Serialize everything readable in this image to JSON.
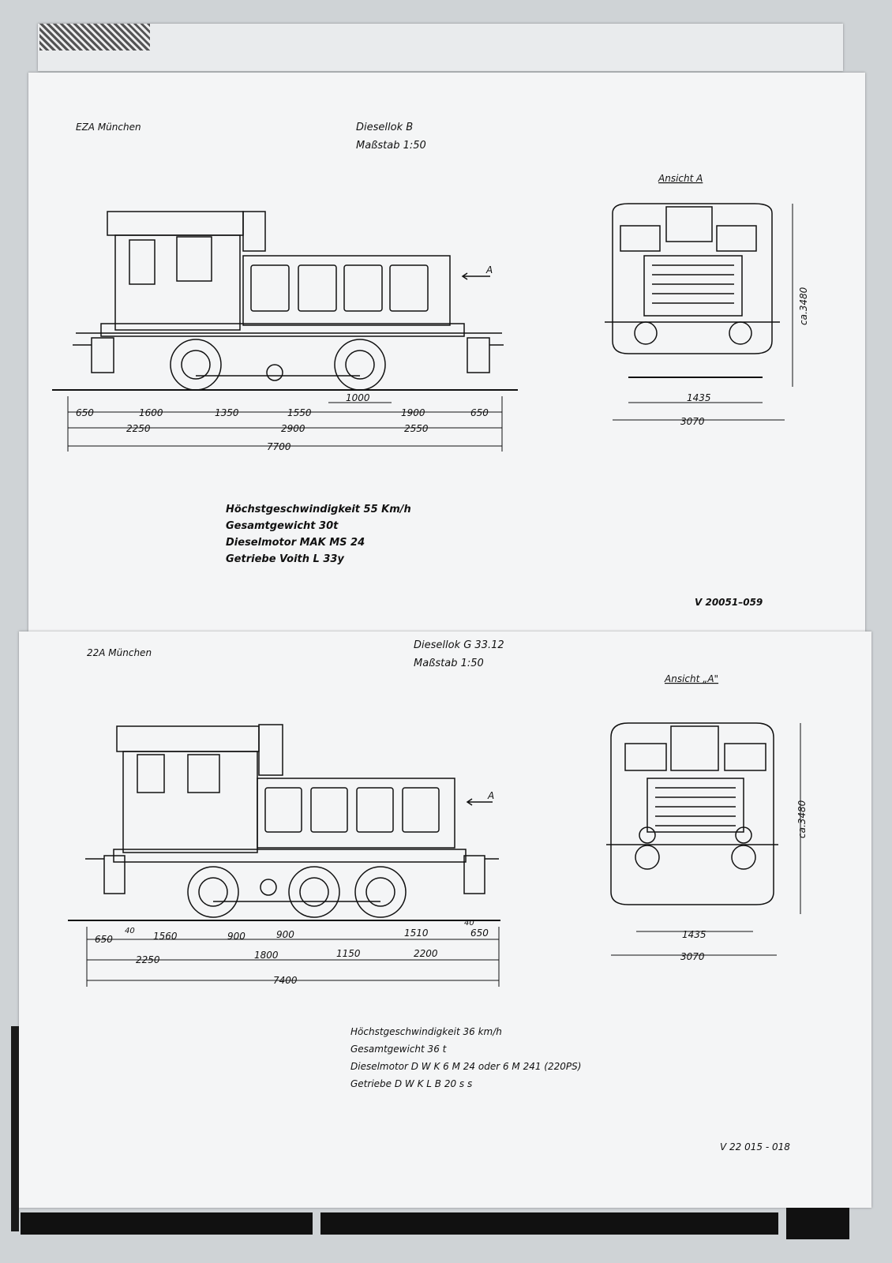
{
  "page1": {
    "header_left": "EZA   München",
    "title_line1": "Diesellok  B",
    "title_line2": "Maßstab  1:50",
    "view_label": "Ansicht  A",
    "arrow_label": "A",
    "height_dim": "ca.3480",
    "dims_row1": [
      "650",
      "1600",
      "1350",
      "1550",
      "1900",
      "650"
    ],
    "dim_wheelbase": "1000",
    "dims_row2": [
      "2250",
      "2900",
      "2550"
    ],
    "dim_total": "7700",
    "front_gauge": "1435",
    "front_width": "3070",
    "specs": [
      "Höchstgeschwindigkeit  55 Km/h",
      "Gesamtgewicht                 30t",
      "Dieselmotor    MAK  MS 24",
      "Getriebe   Voith  L 33y"
    ],
    "footer_code": "V 20051–059"
  },
  "page2": {
    "header_left": "22A     München",
    "title_line1": "Diesellok    G 33.12",
    "title_line2": "Maßstab      1:50",
    "view_label": "Ansicht „A\"",
    "arrow_label": "A",
    "height_dim": "ca.3480",
    "dims_row1": [
      "650",
      "40",
      "1560",
      "900",
      "900",
      "1510",
      "40",
      "650"
    ],
    "dims_row2": [
      "2250",
      "1800",
      "1150",
      "2200"
    ],
    "dim_total": "7400",
    "front_gauge": "1435",
    "front_width": "3070",
    "specs": [
      "Höchstgeschwindigkeit        36 km/h",
      "Gesamtgewicht                    36 t",
      "Dieselmotor   D W K     6 M 24  oder 6 M 241  (220PS)",
      "Getriebe        D W K    L B  20 s s"
    ],
    "footer_code": "V 22 015 - 018"
  }
}
